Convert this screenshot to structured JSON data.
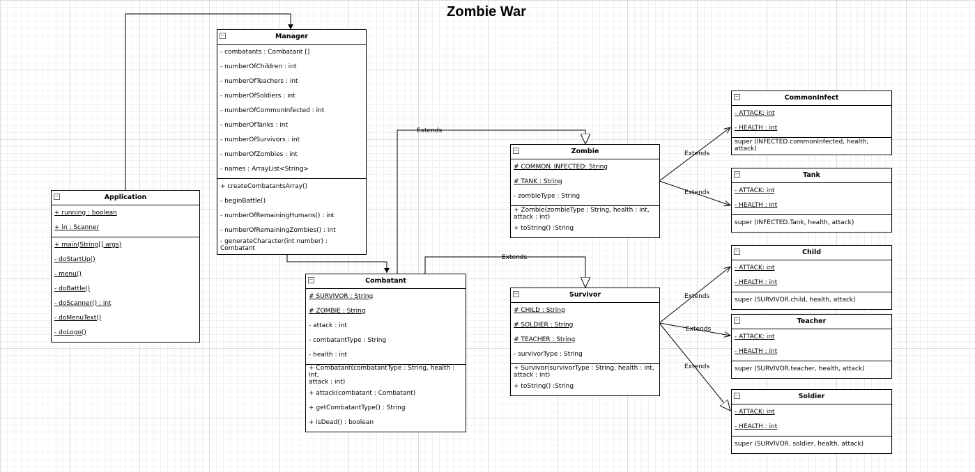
{
  "title": "Zombie War",
  "edge_label": "Extends",
  "classes": {
    "manager": {
      "name": "Manager",
      "attributes": [
        {
          "text": "- combatants : Combatant  []",
          "static": false
        },
        {
          "text": "- numberOfChildren : int",
          "static": false
        },
        {
          "text": "- numberOfTeachers : int",
          "static": false
        },
        {
          "text": "- numberOfSoldiers : int",
          "static": false
        },
        {
          "text": "- numberOfCommonInfected : int",
          "static": false
        },
        {
          "text": "- numberOfTanks : int",
          "static": false
        },
        {
          "text": "- numberOfSurvivors : int",
          "static": false
        },
        {
          "text": "- numberOfZombies : int",
          "static": false
        },
        {
          "text": "- names : ArrayList<String>",
          "static": false
        }
      ],
      "methods": [
        {
          "text": "+ createCombatantsArray()",
          "static": false
        },
        {
          "text": "- beginBattle()",
          "static": false
        },
        {
          "text": "- numberOfRemainingHumans() : int",
          "static": false
        },
        {
          "text": "- numberOfRemainingZombies() : int",
          "static": false
        },
        {
          "text": "- generateCharacter(int number) : Combatant",
          "static": false
        }
      ]
    },
    "application": {
      "name": "Application",
      "attributes": [
        {
          "text": "+ running : boolean",
          "static": true
        },
        {
          "text": "+ in : Scanner",
          "static": true
        }
      ],
      "methods": [
        {
          "text": "+ main(String[] args)",
          "static": true
        },
        {
          "text": "- doStartUp()",
          "static": true
        },
        {
          "text": "- menu()",
          "static": true
        },
        {
          "text": "- doBattle()",
          "static": true
        },
        {
          "text": "- doScanner() : int",
          "static": true
        },
        {
          "text": "- doMenuText()",
          "static": true
        },
        {
          "text": "- doLogo()",
          "static": true
        }
      ]
    },
    "combatant": {
      "name": "Combatant",
      "attributes": [
        {
          "text": "# SURVIVOR : String",
          "static": true
        },
        {
          "text": "# ZOMBIE : String",
          "static": true
        },
        {
          "text": "- attack : int",
          "static": false
        },
        {
          "text": "- combatantType : String",
          "static": false
        },
        {
          "text": "- health : int",
          "static": false
        }
      ],
      "methods": [
        {
          "text": "+ Combatant(combatantType : String, health : int,\n   attack : int)",
          "static": false
        },
        {
          "text": "+ attack(combatant : Combatant)",
          "static": false
        },
        {
          "text": "+ getCombatantType() : String",
          "static": false
        },
        {
          "text": "+ isDead() : boolean",
          "static": false
        }
      ]
    },
    "zombie": {
      "name": "Zombie",
      "attributes": [
        {
          "text": "# COMMON_INFECTED: String",
          "static": true
        },
        {
          "text": "# TANK : String",
          "static": true
        },
        {
          "text": "- zombieType : String",
          "static": false
        }
      ],
      "methods": [
        {
          "text": "+ Zombie(zombieType : String, health : int,\n  attack : int)",
          "static": false
        },
        {
          "text": "+ toString() :String",
          "static": false
        }
      ]
    },
    "survivor": {
      "name": "Survivor",
      "attributes": [
        {
          "text": "# CHILD : String",
          "static": true
        },
        {
          "text": "# SOLDIER : String",
          "static": true
        },
        {
          "text": "# TEACHER : String",
          "static": true
        },
        {
          "text": "- survivorType : String",
          "static": false
        }
      ],
      "methods": [
        {
          "text": "+ Survivor(survivorType : String, health : int,\n   attack : int)",
          "static": false
        },
        {
          "text": "+ toString() :String",
          "static": false
        }
      ]
    },
    "commoninfect": {
      "name": "CommonInfect",
      "attributes": [
        {
          "text": "- ATTACK: int",
          "static": true
        },
        {
          "text": "- HEALTH : int",
          "static": true
        }
      ],
      "methods": [
        {
          "text": "super (INFECTED.commonInfected, health, attack)",
          "static": false
        }
      ]
    },
    "tank": {
      "name": "Tank",
      "attributes": [
        {
          "text": "- ATTACK: int",
          "static": true
        },
        {
          "text": "- HEALTH : int",
          "static": true
        }
      ],
      "methods": [
        {
          "text": "super (INFECTED.Tank, health, attack)",
          "static": false
        }
      ]
    },
    "child": {
      "name": "Child",
      "attributes": [
        {
          "text": "- ATTACK: int",
          "static": true
        },
        {
          "text": "- HEALTH : int",
          "static": true
        }
      ],
      "methods": [
        {
          "text": "super (SURVIVOR.child, health, attack)",
          "static": false
        }
      ]
    },
    "teacher": {
      "name": "Teacher",
      "attributes": [
        {
          "text": "- ATTACK: int",
          "static": true
        },
        {
          "text": "- HEALTH : int",
          "static": true
        }
      ],
      "methods": [
        {
          "text": "super (SURVIVOR.teacher, health, attack)",
          "static": false
        }
      ]
    },
    "soldier": {
      "name": "Soldier",
      "attributes": [
        {
          "text": "- ATTACK: int",
          "static": true
        },
        {
          "text": "- HEALTH : int",
          "static": true
        }
      ],
      "methods": [
        {
          "text": "super (SURVIVOR. soldier, health, attack)",
          "static": false
        }
      ]
    }
  }
}
